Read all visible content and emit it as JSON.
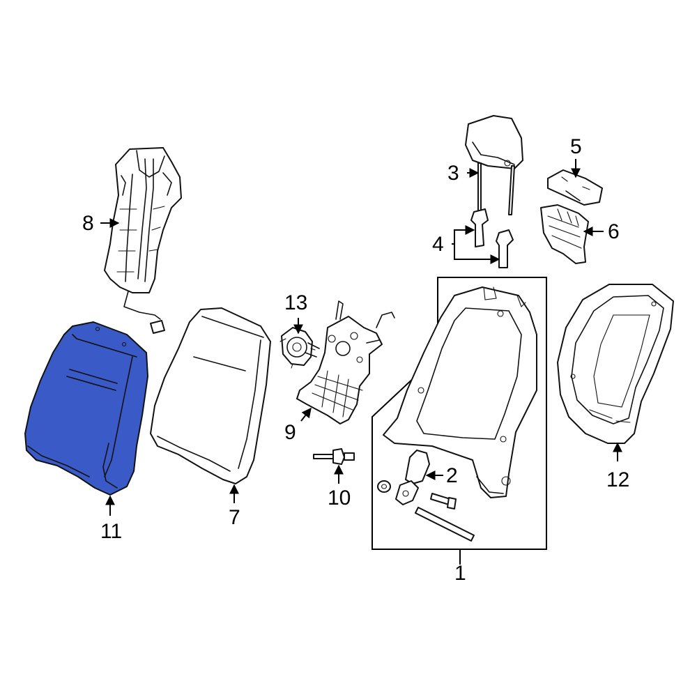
{
  "highlight_color": "#3a5bc7",
  "callouts": {
    "c1": "1",
    "c2": "2",
    "c3": "3",
    "c4": "4",
    "c5": "5",
    "c6": "6",
    "c7": "7",
    "c8": "8",
    "c9": "9",
    "c10": "10",
    "c11": "11",
    "c12": "12",
    "c13": "13"
  }
}
